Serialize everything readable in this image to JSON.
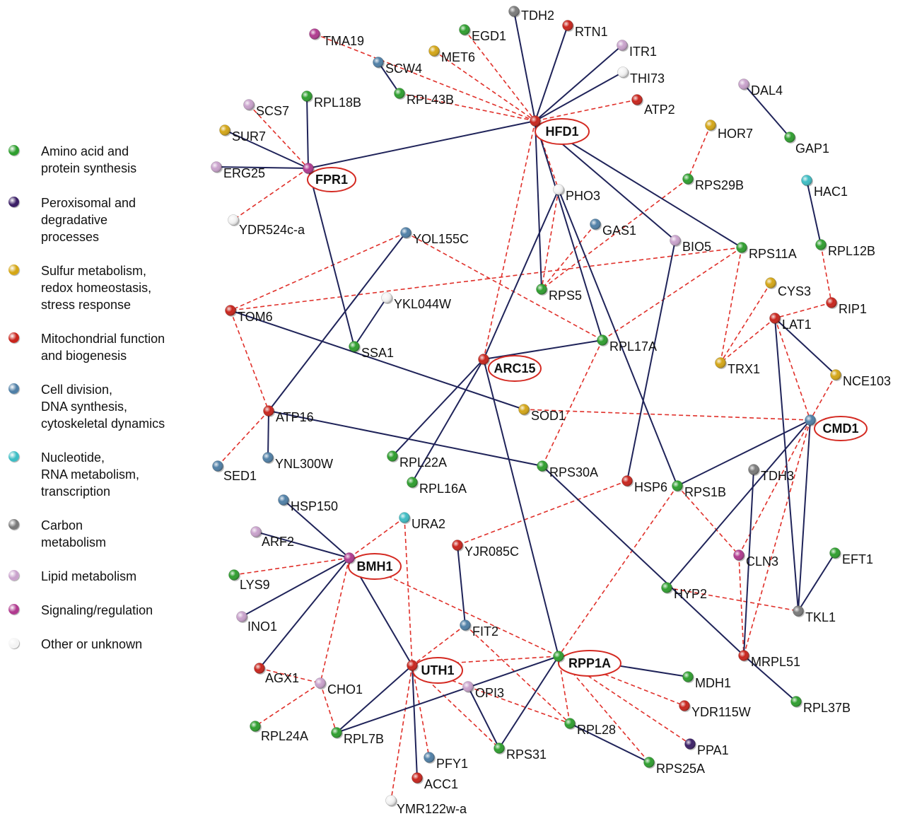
{
  "categories": [
    {
      "id": "amino",
      "label": "Amino acid and\nprotein synthesis",
      "color": "#2e9e2e"
    },
    {
      "id": "perox",
      "label": "Peroxisomal and\ndegradative\nprocesses",
      "color": "#3b1f66"
    },
    {
      "id": "sulfur",
      "label": "Sulfur metabolism,\nredox homeostasis,\nstress response",
      "color": "#d4a616"
    },
    {
      "id": "mito",
      "label": "Mitochondrial function\nand biogenesis",
      "color": "#c8241c"
    },
    {
      "id": "cell",
      "label": "Cell division,\nDNA synthesis,\ncytoskeletal dynamics",
      "color": "#4f7fa6"
    },
    {
      "id": "nucl",
      "label": "Nucleotide,\nRNA metabolism,\ntranscription",
      "color": "#3dbdc4"
    },
    {
      "id": "carbon",
      "label": "Carbon\nmetabolism",
      "color": "#7a7a7a"
    },
    {
      "id": "lipid",
      "label": "Lipid metabolism",
      "color": "#c9a2cc"
    },
    {
      "id": "signal",
      "label": "Signaling/regulation",
      "color": "#b03a8f"
    },
    {
      "id": "other",
      "label": "Other or unknown",
      "color": "#f4f4f4"
    }
  ],
  "hubs": [
    "HFD1",
    "FPR1",
    "ARC15",
    "CMD1",
    "BMH1",
    "UTH1",
    "RPP1A"
  ],
  "nodes": [
    {
      "id": "TMA19",
      "cat": "signal"
    },
    {
      "id": "SCW4",
      "cat": "cell"
    },
    {
      "id": "EGD1",
      "cat": "amino"
    },
    {
      "id": "MET6",
      "cat": "sulfur"
    },
    {
      "id": "TDH2",
      "cat": "carbon"
    },
    {
      "id": "RTN1",
      "cat": "mito"
    },
    {
      "id": "ITR1",
      "cat": "lipid"
    },
    {
      "id": "THI73",
      "cat": "other"
    },
    {
      "id": "RPL43B",
      "cat": "amino"
    },
    {
      "id": "ATP2",
      "cat": "mito"
    },
    {
      "id": "HFD1",
      "cat": "mito"
    },
    {
      "id": "DAL4",
      "cat": "lipid"
    },
    {
      "id": "GAP1",
      "cat": "amino"
    },
    {
      "id": "HOR7",
      "cat": "sulfur"
    },
    {
      "id": "SCS7",
      "cat": "lipid"
    },
    {
      "id": "RPL18B",
      "cat": "amino"
    },
    {
      "id": "SUR7",
      "cat": "sulfur"
    },
    {
      "id": "ERG25",
      "cat": "lipid"
    },
    {
      "id": "FPR1",
      "cat": "signal"
    },
    {
      "id": "YDR524c-a",
      "cat": "other"
    },
    {
      "id": "PHO3",
      "cat": "other"
    },
    {
      "id": "RPS29B",
      "cat": "amino"
    },
    {
      "id": "HAC1",
      "cat": "nucl"
    },
    {
      "id": "GAS1",
      "cat": "cell"
    },
    {
      "id": "YOL155C",
      "cat": "cell"
    },
    {
      "id": "BIO5",
      "cat": "lipid"
    },
    {
      "id": "RPS11A",
      "cat": "amino"
    },
    {
      "id": "RPL12B",
      "cat": "amino"
    },
    {
      "id": "RPS5",
      "cat": "amino"
    },
    {
      "id": "CYS3",
      "cat": "sulfur"
    },
    {
      "id": "RIP1",
      "cat": "mito"
    },
    {
      "id": "YKL044W",
      "cat": "other"
    },
    {
      "id": "TOM6",
      "cat": "mito"
    },
    {
      "id": "LAT1",
      "cat": "mito"
    },
    {
      "id": "SSA1",
      "cat": "amino"
    },
    {
      "id": "RPL17A",
      "cat": "amino"
    },
    {
      "id": "ARC15",
      "cat": "mito"
    },
    {
      "id": "TRX1",
      "cat": "sulfur"
    },
    {
      "id": "NCE103",
      "cat": "sulfur"
    },
    {
      "id": "SOD1",
      "cat": "sulfur"
    },
    {
      "id": "ATP16",
      "cat": "mito"
    },
    {
      "id": "CMD1",
      "cat": "cell"
    },
    {
      "id": "RPL22A",
      "cat": "amino"
    },
    {
      "id": "SED1",
      "cat": "cell"
    },
    {
      "id": "YNL300W",
      "cat": "cell"
    },
    {
      "id": "RPS30A",
      "cat": "amino"
    },
    {
      "id": "RPL16A",
      "cat": "amino"
    },
    {
      "id": "HSP6",
      "cat": "mito"
    },
    {
      "id": "RPS1B",
      "cat": "amino"
    },
    {
      "id": "TDH3",
      "cat": "carbon"
    },
    {
      "id": "HSP150",
      "cat": "cell"
    },
    {
      "id": "URA2",
      "cat": "nucl"
    },
    {
      "id": "ARF2",
      "cat": "lipid"
    },
    {
      "id": "BMH1",
      "cat": "signal"
    },
    {
      "id": "YJR085C",
      "cat": "mito"
    },
    {
      "id": "CLN3",
      "cat": "signal"
    },
    {
      "id": "EFT1",
      "cat": "amino"
    },
    {
      "id": "LYS9",
      "cat": "amino"
    },
    {
      "id": "HYP2",
      "cat": "amino"
    },
    {
      "id": "INO1",
      "cat": "lipid"
    },
    {
      "id": "FIT2",
      "cat": "cell"
    },
    {
      "id": "TKL1",
      "cat": "carbon"
    },
    {
      "id": "RPP1A",
      "cat": "amino"
    },
    {
      "id": "MRPL51",
      "cat": "mito"
    },
    {
      "id": "AGX1",
      "cat": "mito"
    },
    {
      "id": "UTH1",
      "cat": "mito"
    },
    {
      "id": "CHO1",
      "cat": "lipid"
    },
    {
      "id": "MDH1",
      "cat": "amino"
    },
    {
      "id": "OPI3",
      "cat": "lipid"
    },
    {
      "id": "YDR115W",
      "cat": "mito"
    },
    {
      "id": "RPL37B",
      "cat": "amino"
    },
    {
      "id": "RPL24A",
      "cat": "amino"
    },
    {
      "id": "RPL7B",
      "cat": "amino"
    },
    {
      "id": "RPL28",
      "cat": "amino"
    },
    {
      "id": "PPA1",
      "cat": "perox"
    },
    {
      "id": "RPS31",
      "cat": "amino"
    },
    {
      "id": "RPS25A",
      "cat": "amino"
    },
    {
      "id": "PFY1",
      "cat": "cell"
    },
    {
      "id": "ACC1",
      "cat": "mito"
    },
    {
      "id": "YMR122w-a",
      "cat": "other"
    }
  ],
  "edges_solid": [
    [
      "SCW4",
      "RPL43B"
    ],
    [
      "TDH2",
      "HFD1"
    ],
    [
      "RTN1",
      "HFD1"
    ],
    [
      "ITR1",
      "HFD1"
    ],
    [
      "THI73",
      "HFD1"
    ],
    [
      "HFD1",
      "FPR1"
    ],
    [
      "HFD1",
      "RPS5"
    ],
    [
      "HFD1",
      "BIO5"
    ],
    [
      "HFD1",
      "RPS11A"
    ],
    [
      "HFD1",
      "RPL17A"
    ],
    [
      "DAL4",
      "GAP1"
    ],
    [
      "HAC1",
      "RPL12B"
    ],
    [
      "RPL18B",
      "FPR1"
    ],
    [
      "SUR7",
      "FPR1"
    ],
    [
      "ERG25",
      "FPR1"
    ],
    [
      "FPR1",
      "SSA1"
    ],
    [
      "PHO3",
      "ARC15"
    ],
    [
      "YOL155C",
      "ATP16"
    ],
    [
      "YKL044W",
      "SSA1"
    ],
    [
      "TOM6",
      "SOD1"
    ],
    [
      "ARC15",
      "RPL17A"
    ],
    [
      "ARC15",
      "RPL22A"
    ],
    [
      "ARC15",
      "RPL16A"
    ],
    [
      "ARC15",
      "RPP1A"
    ],
    [
      "PHO3",
      "RPS1B"
    ],
    [
      "BIO5",
      "HSP6"
    ],
    [
      "ATP16",
      "YNL300W"
    ],
    [
      "ATP16",
      "RPS30A"
    ],
    [
      "RPS30A",
      "MRPL51"
    ],
    [
      "LAT1",
      "TKL1"
    ],
    [
      "LAT1",
      "NCE103"
    ],
    [
      "CMD1",
      "RPS1B"
    ],
    [
      "CMD1",
      "TKL1"
    ],
    [
      "CMD1",
      "HYP2"
    ],
    [
      "TDH3",
      "MRPL51"
    ],
    [
      "EFT1",
      "TKL1"
    ],
    [
      "MRPL51",
      "RPL37B"
    ],
    [
      "HSP150",
      "BMH1"
    ],
    [
      "ARF2",
      "BMH1"
    ],
    [
      "BMH1",
      "INO1"
    ],
    [
      "BMH1",
      "AGX1"
    ],
    [
      "BMH1",
      "UTH1"
    ],
    [
      "YJR085C",
      "FIT2"
    ],
    [
      "RPP1A",
      "MDH1"
    ],
    [
      "RPP1A",
      "RPL7B"
    ],
    [
      "RPP1A",
      "RPS31"
    ],
    [
      "UTH1",
      "RPL7B"
    ],
    [
      "UTH1",
      "ACC1"
    ],
    [
      "OPI3",
      "RPS31"
    ],
    [
      "RPL28",
      "RPS25A"
    ]
  ],
  "edges_dashed": [
    [
      "TMA19",
      "HFD1"
    ],
    [
      "EGD1",
      "HFD1"
    ],
    [
      "MET6",
      "HFD1"
    ],
    [
      "RPL43B",
      "HFD1"
    ],
    [
      "ATP2",
      "HFD1"
    ],
    [
      "HFD1",
      "ARC15"
    ],
    [
      "HFD1",
      "PHO3"
    ],
    [
      "HOR7",
      "RPS29B"
    ],
    [
      "RPS29B",
      "RPS5"
    ],
    [
      "SCS7",
      "FPR1"
    ],
    [
      "FPR1",
      "YDR524c-a"
    ],
    [
      "PHO3",
      "RPS5"
    ],
    [
      "GAS1",
      "RPS5"
    ],
    [
      "YOL155C",
      "TOM6"
    ],
    [
      "YOL155C",
      "RPL17A"
    ],
    [
      "RPS11A",
      "TOM6"
    ],
    [
      "RPS11A",
      "RPL17A"
    ],
    [
      "RPS11A",
      "TRX1"
    ],
    [
      "RPL12B",
      "RIP1"
    ],
    [
      "CYS3",
      "TRX1"
    ],
    [
      "RIP1",
      "LAT1"
    ],
    [
      "LAT1",
      "TRX1"
    ],
    [
      "LAT1",
      "CMD1"
    ],
    [
      "NCE103",
      "CMD1"
    ],
    [
      "CMD1",
      "SOD1"
    ],
    [
      "CMD1",
      "CLN3"
    ],
    [
      "CMD1",
      "MRPL51"
    ],
    [
      "TOM6",
      "ATP16"
    ],
    [
      "ATP16",
      "SED1"
    ],
    [
      "RPL17A",
      "RPS30A"
    ],
    [
      "HSP6",
      "YJR085C"
    ],
    [
      "RPS1B",
      "CLN3"
    ],
    [
      "RPS1B",
      "RPP1A"
    ],
    [
      "CLN3",
      "MRPL51"
    ],
    [
      "HYP2",
      "TKL1"
    ],
    [
      "URA2",
      "BMH1"
    ],
    [
      "URA2",
      "UTH1"
    ],
    [
      "BMH1",
      "LYS9"
    ],
    [
      "BMH1",
      "CHO1"
    ],
    [
      "BMH1",
      "RPP1A"
    ],
    [
      "FIT2",
      "UTH1"
    ],
    [
      "FIT2",
      "RPL28"
    ],
    [
      "AGX1",
      "CHO1"
    ],
    [
      "CHO1",
      "RPL24A"
    ],
    [
      "CHO1",
      "RPL7B"
    ],
    [
      "UTH1",
      "RPP1A"
    ],
    [
      "UTH1",
      "OPI3"
    ],
    [
      "UTH1",
      "PFY1"
    ],
    [
      "UTH1",
      "YMR122w-a"
    ],
    [
      "UTH1",
      "RPS31"
    ],
    [
      "RPP1A",
      "RPL28"
    ],
    [
      "RPP1A",
      "YDR115W"
    ],
    [
      "RPP1A",
      "PPA1"
    ],
    [
      "RPP1A",
      "RPS25A"
    ],
    [
      "OPI3",
      "RPL28"
    ]
  ]
}
